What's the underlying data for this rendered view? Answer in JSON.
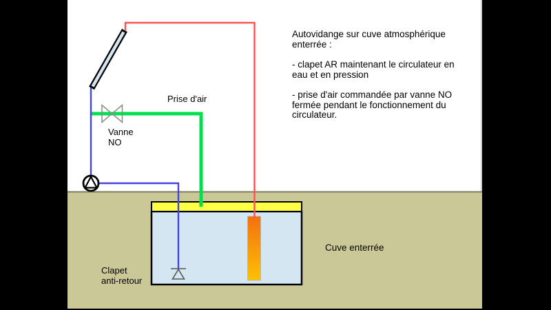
{
  "annotation": {
    "title": "Autovidange sur cuve atmosphérique\nenterrée :",
    "point1": "- clapet AR maintenant le circulateur en\neau et en pression",
    "point2": "- prise d'air commandée par vanne NO\nfermée pendant le fonctionnement du\ncirculateur."
  },
  "labels": {
    "air_intake": "Prise d'air",
    "valve": "Vanne\nNO",
    "check_valve": "Clapet\nanti-retour",
    "tank": "Cuve enterrée"
  },
  "colors": {
    "pipe_hot": "#fa5252",
    "pipe_cold": "#4343e0",
    "pipe_air": "#00df4d",
    "ground": "#cbc897",
    "ground_edge": "#7d7b5e",
    "water": "#d5e6f3",
    "lid": "#ffff45",
    "collector_glass": "#d3e6f2",
    "rod_top": "#f3700f",
    "rod_bottom": "#fdc105",
    "symbol_gray": "#8a8a8a",
    "check_valve_gray": "#555555"
  },
  "icons": {
    "solar_collector": "tilted-bar-panel",
    "pump": "circle-with-up-triangle",
    "valve_no": "bowtie-valve",
    "check_valve": "seat-bar-with-flap-triangle"
  }
}
